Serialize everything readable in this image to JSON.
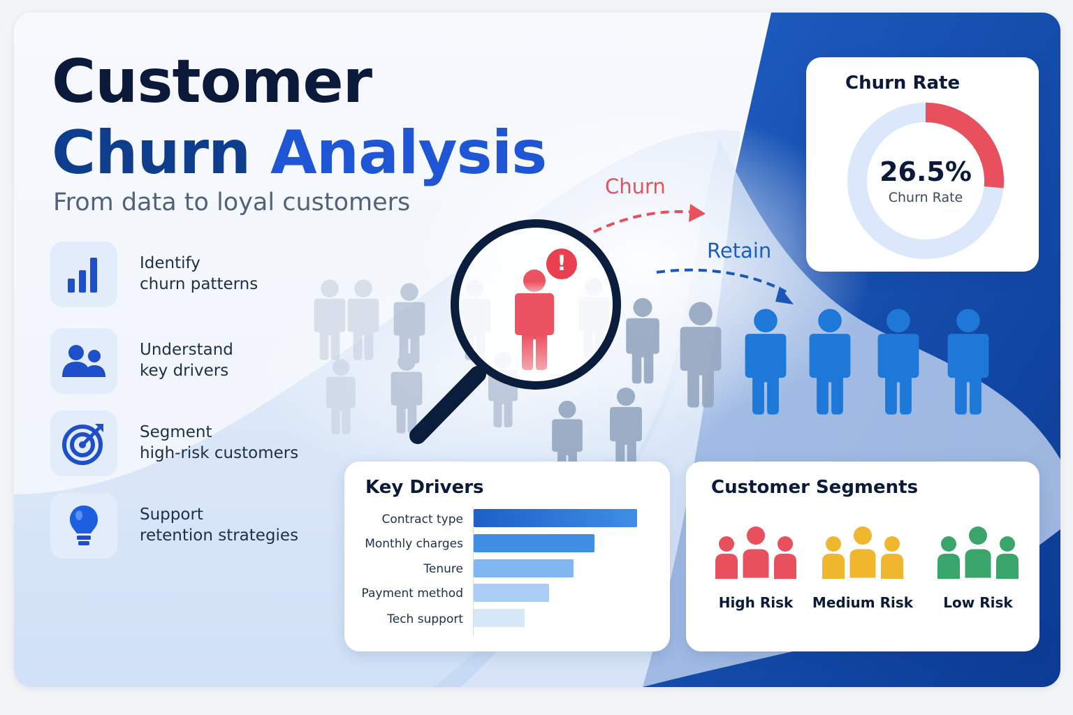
{
  "header": {
    "title_line1": "Customer",
    "title_line2_word1": "Churn",
    "title_line2_word2": "Analysis",
    "subtitle": "From data to loyal customers"
  },
  "features": [
    {
      "icon": "bar-chart-icon",
      "line1": "Identify",
      "line2": "churn patterns"
    },
    {
      "icon": "people-icon",
      "line1": "Understand",
      "line2": "key drivers"
    },
    {
      "icon": "target-icon",
      "line1": "Segment",
      "line2": "high-risk customers"
    },
    {
      "icon": "lightbulb-icon",
      "line1": "Support",
      "line2": "retention strategies"
    }
  ],
  "flow": {
    "churn_label": "Churn",
    "retain_label": "Retain",
    "alert_icon": "exclamation-icon"
  },
  "churn_rate": {
    "title": "Churn Rate",
    "value": "26.5%",
    "value_number": 26.5,
    "label": "Churn Rate"
  },
  "key_drivers": {
    "title": "Key Drivers",
    "items": [
      {
        "label": "Contract type",
        "value": 1.0
      },
      {
        "label": "Monthly charges",
        "value": 0.74
      },
      {
        "label": "Tenure",
        "value": 0.61
      },
      {
        "label": "Payment method",
        "value": 0.46
      },
      {
        "label": "Tech support",
        "value": 0.31
      }
    ]
  },
  "segments": {
    "title": "Customer Segments",
    "items": [
      {
        "label": "High Risk",
        "color": "#e8505e"
      },
      {
        "label": "Medium Risk",
        "color": "#efb62e"
      },
      {
        "label": "Low Risk",
        "color": "#3aa56a"
      }
    ]
  },
  "colors": {
    "navy": "#0b1a3a",
    "brand_blue": "#1e56d6",
    "churn_red": "#e8505e",
    "retain_blue": "#1e78d8",
    "donut_track": "#dbe8fb"
  }
}
